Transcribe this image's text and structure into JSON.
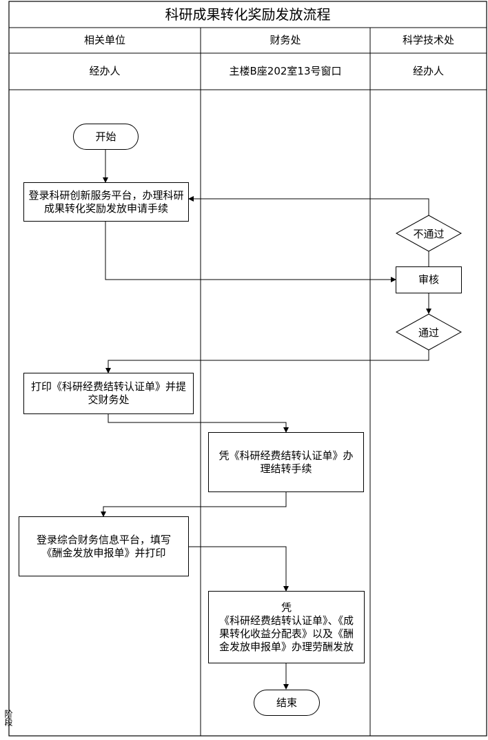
{
  "title": "科研成果转化奖励发放流程",
  "lanes": [
    {
      "dept": "相关单位",
      "handler": "经办人"
    },
    {
      "dept": "财务处",
      "handler": "主楼B座202室13号窗口"
    },
    {
      "dept": "科学技术处",
      "handler": "经办人"
    }
  ],
  "nodes": {
    "start": "开始",
    "login_platform": "登录科研创新服务平台，办理科研成果转化奖励发放申请手续",
    "not_pass": "不通过",
    "review": "审核",
    "pass": "通过",
    "print_cert": "打印《科研经费结转认证单》并提交财务处",
    "transfer": "凭《科研经费结转认证单》办理结转手续",
    "finance_platform": "登录综合财务信息平台，填写《酬金发放申报单》并打印",
    "payout_line1": "凭",
    "payout_line2": "《科研经费结转认证单》、《成果转化收益分配表》以及《酬金发放申报单》办理劳酬发放",
    "end": "结束"
  },
  "side_label": "阶段"
}
